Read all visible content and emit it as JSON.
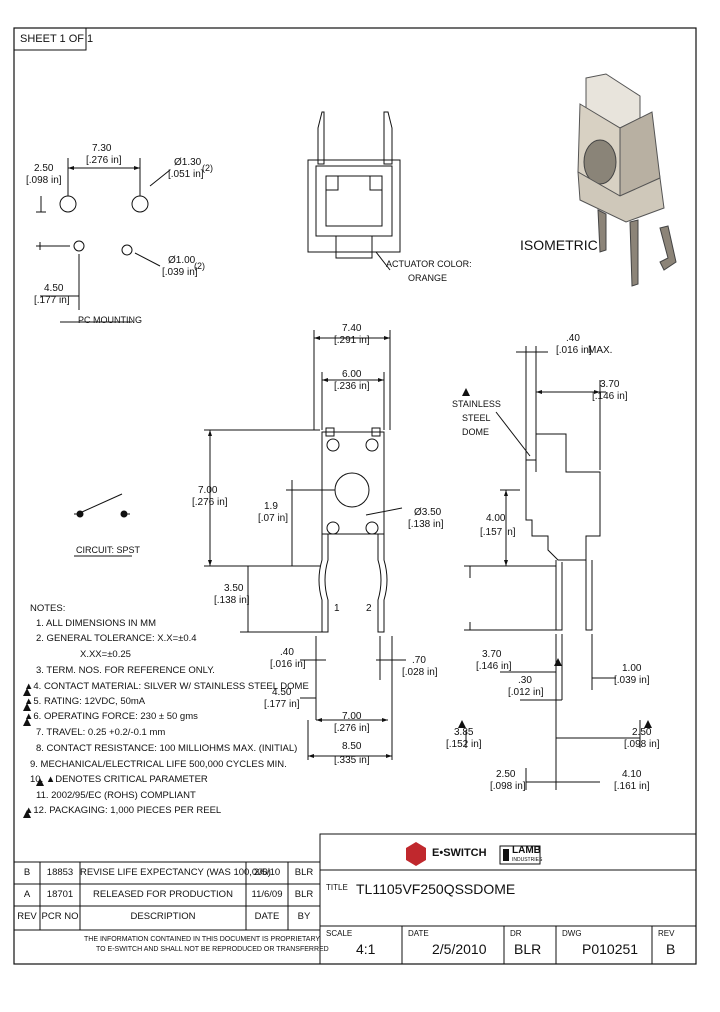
{
  "sheet": "SHEET 1 OF 1",
  "pc_mounting": {
    "label": "PC MOUNTING",
    "dim_730": "7.30",
    "dim_730_in": "[.276 in]",
    "dim_250": "2.50",
    "dim_250_in": "[.098 in]",
    "dim_130": "Ø1.30",
    "dim_130_in": "[.051 in]",
    "dim_130_qty": "(2)",
    "dim_100": "Ø1.00",
    "dim_100_in": "[.039 in]",
    "dim_100_qty": "(2)",
    "dim_450": "4.50",
    "dim_450_in": "[.177 in]"
  },
  "isometric_label": "ISOMETRIC",
  "actuator_note_line1": "ACTUATOR COLOR:",
  "actuator_note_line2": "ORANGE",
  "front_view": {
    "dim_740": "7.40",
    "dim_740_in": "[.291 in]",
    "dim_600": "6.00",
    "dim_600_in": "[.236 in]",
    "dim_700": "7.00",
    "dim_700_in": "[.276 in]",
    "dim_19": "1.9",
    "dim_19_in": "[.07 in]",
    "dim_350": "Ø3.50",
    "dim_350_in": "[.138 in]",
    "dim_350b": "3.50",
    "dim_350b_in": "[.138 in]",
    "pin1": "1",
    "pin2": "2",
    "dim_40": ".40",
    "dim_40_in": "[.016 in]",
    "dim_70": ".70",
    "dim_70_in": "[.028 in]",
    "dim_450": "4.50",
    "dim_450_in": "[.177 in]",
    "dim_700b": "7.00",
    "dim_700b_in": "[.276 in]",
    "dim_850": "8.50",
    "dim_850_in": "[.335 in]"
  },
  "side_view": {
    "dim_40": ".40",
    "dim_40_in": "[.016 in]",
    "max": "MAX.",
    "dim_370": "3.70",
    "dim_370_in": "[.146 in]",
    "dome_line1": "STAINLESS",
    "dome_line2": "STEEL",
    "dome_line3": "DOME",
    "dim_400": "4.00",
    "dim_400_in": "[.157 in]",
    "dim_370b": "3.70",
    "dim_370b_in": "[.146 in]",
    "dim_30": ".30",
    "dim_30_in": "[.012 in]",
    "dim_100": "1.00",
    "dim_100_in": "[.039 in]",
    "dim_385": "3.85",
    "dim_385_in": "[.152 in]",
    "dim_250": "2.50",
    "dim_250_in": "[.098 in]",
    "dim_250b": "2.50",
    "dim_250b_in": "[.098 in]",
    "dim_410": "4.10",
    "dim_410_in": "[.161 in]"
  },
  "circuit_label": "CIRCUIT: SPST",
  "notes_title": "NOTES:",
  "notes": [
    "1. ALL DIMENSIONS IN MM",
    "2. GENERAL TOLERANCE: X.X=±0.4",
    "X.XX=±0.25",
    "3. TERM. NOS. FOR REFERENCE ONLY.",
    "▲4. CONTACT MATERIAL: SILVER W/ STAINLESS STEEL DOME",
    "▲5. RATING: 12VDC, 50mA",
    "▲6. OPERATING FORCE: 230 ± 50 gms",
    "7. TRAVEL: 0.25 +0.2/-0.1 mm",
    "8. CONTACT RESISTANCE: 100 MILLIOHMS MAX. (INITIAL)",
    "9. MECHANICAL/ELECTRICAL LIFE 500,000 CYCLES MIN.",
    "10. ▲DENOTES CRITICAL PARAMETER",
    "11. 2002/95/EC (ROHS) COMPLIANT",
    "▲12. PACKAGING: 1,000 PIECES PER REEL"
  ],
  "revisions": {
    "rows": [
      {
        "rev": "B",
        "pcr": "18853",
        "desc": "REVISE LIFE EXPECTANCY (WAS 100,000)",
        "date": "2/5/10",
        "by": "BLR"
      },
      {
        "rev": "A",
        "pcr": "18701",
        "desc": "RELEASED FOR PRODUCTION",
        "date": "11/6/09",
        "by": "BLR"
      }
    ],
    "headers": {
      "rev": "REV",
      "pcr": "PCR NO",
      "desc": "DESCRIPTION",
      "date": "DATE",
      "by": "BY"
    }
  },
  "confidential_line1": "THE INFORMATION CONTAINED IN THIS DOCUMENT IS PROPRIETARY",
  "confidential_line2": "TO E-SWITCH AND SHALL NOT BE REPRODUCED OR TRANSFERRED",
  "logo_text": "E•SWITCH",
  "lamb_text": "LAMB",
  "lamb_sub": "INDUSTRIES",
  "title_label": "TITLE",
  "title_value": "TL1105VF250QSSDOME",
  "scale_label": "SCALE",
  "scale_value": "4:1",
  "date_label": "DATE",
  "date_value": "2/5/2010",
  "dr_label": "DR",
  "dr_value": "BLR",
  "dwg_label": "DWG",
  "dwg_value": "P010251",
  "rev_label": "REV",
  "rev_value": "B",
  "colors": {
    "ink": "#111111",
    "logo_red": "#c0282d",
    "iso_body": "#d8d1c3",
    "iso_dark": "#8a8478"
  }
}
